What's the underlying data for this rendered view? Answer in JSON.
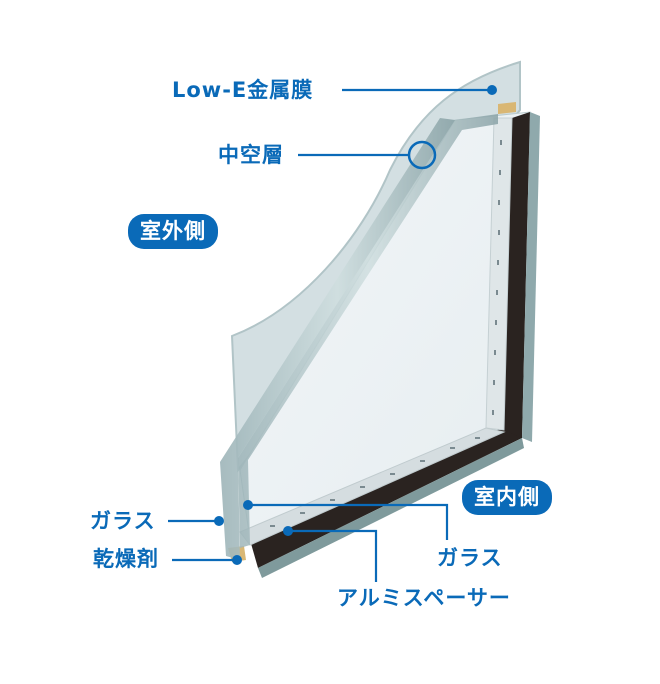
{
  "diagram": {
    "subject": "double-glazed Low-E glass cross-section",
    "accent_color": "#0a6ab8",
    "sides": {
      "outdoor": "室外側",
      "indoor": "室内側"
    },
    "callouts": {
      "low_e": "Low-E金属膜",
      "hollow_layer": "中空層",
      "glass_outer": "ガラス",
      "desiccant": "乾燥剤",
      "glass_inner": "ガラス",
      "aluminum_spacer": "アルミスペーサー"
    }
  }
}
